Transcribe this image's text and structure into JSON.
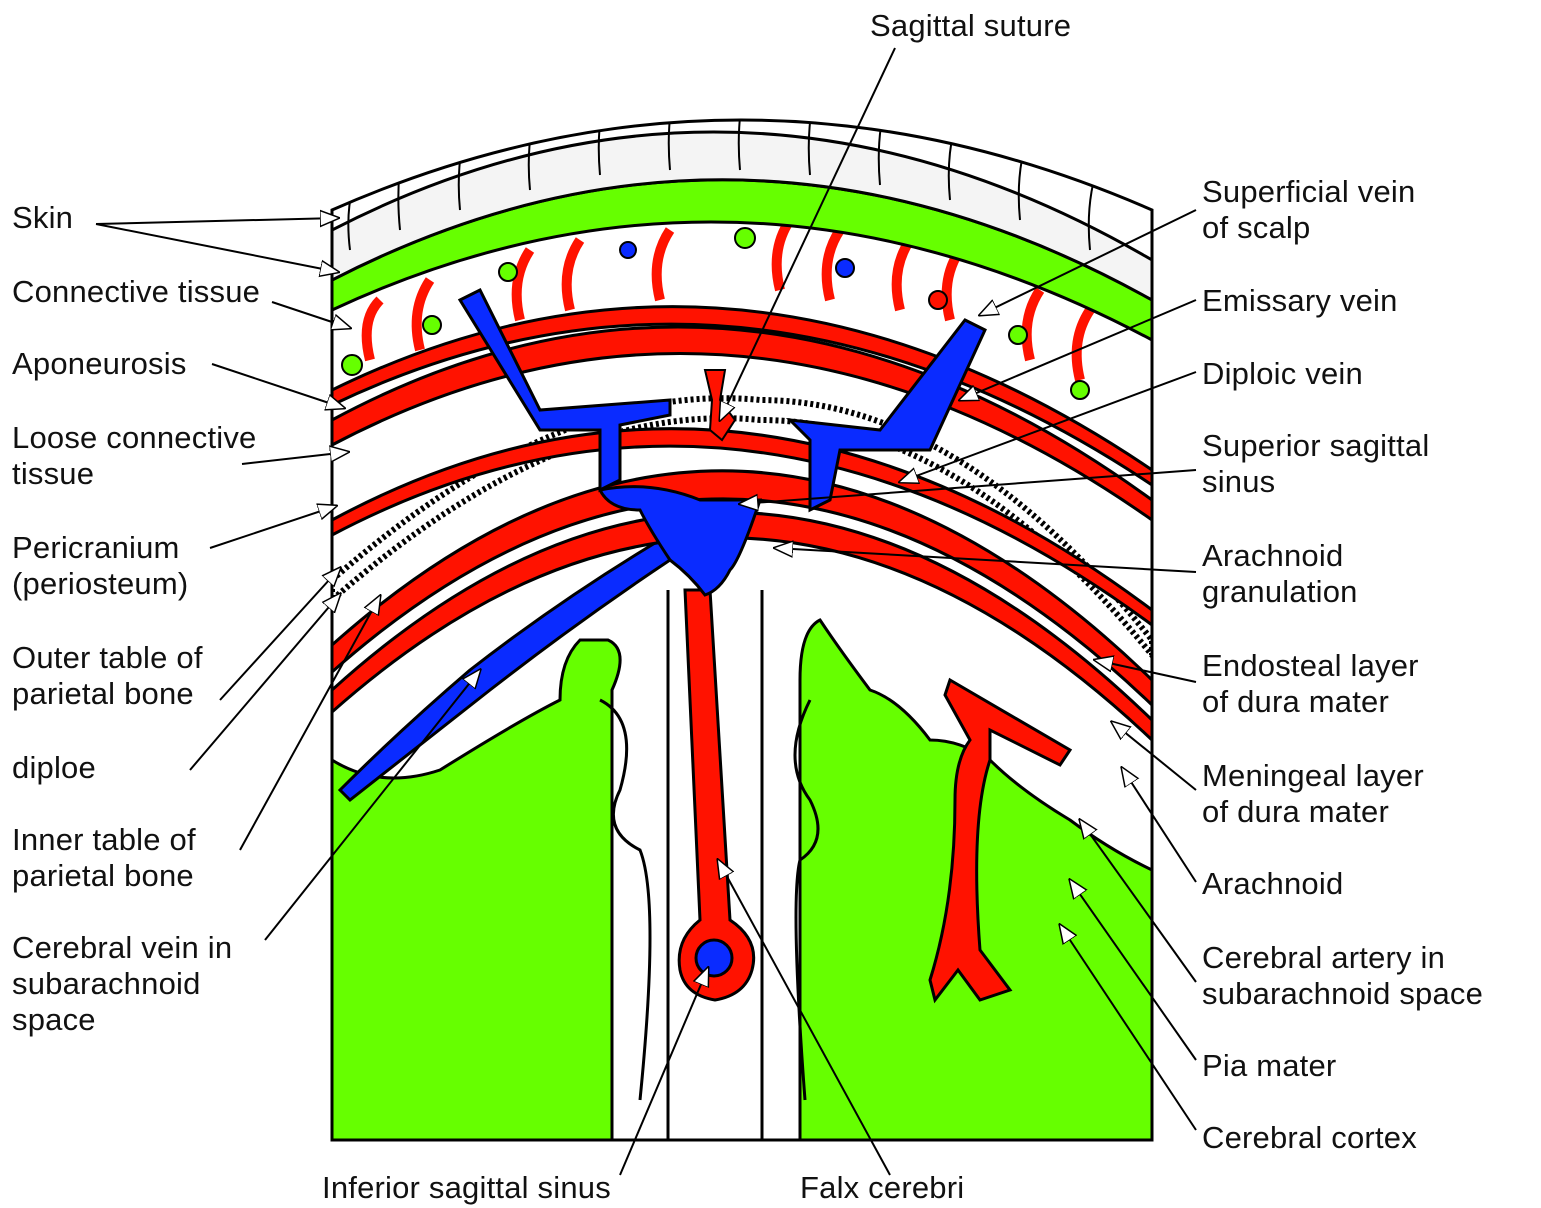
{
  "labels": {
    "left": {
      "skin": "Skin",
      "connective_tissue": "Connective tissue",
      "aponeurosis": "Aponeurosis",
      "loose_connective": [
        "Loose connective",
        "tissue"
      ],
      "pericranium": [
        "Pericranium",
        "(periosteum)"
      ],
      "outer_table": [
        "Outer table of",
        "parietal bone"
      ],
      "diploe": "diploe",
      "inner_table": [
        "Inner table of",
        "parietal bone"
      ],
      "cerebral_vein": [
        "Cerebral vein in",
        "subarachnoid",
        "space"
      ]
    },
    "top": {
      "sagittal_suture": "Sagittal suture"
    },
    "right": {
      "superficial_vein": [
        "Superficial vein",
        "of scalp"
      ],
      "emissary_vein": "Emissary vein",
      "diploic_vein": "Diploic vein",
      "superior_sagittal_sinus": [
        "Superior sagittal",
        "sinus"
      ],
      "arachnoid_granulation": [
        "Arachnoid",
        "granulation"
      ],
      "endosteal_layer": [
        "Endosteal layer",
        "of dura mater"
      ],
      "meningeal_layer": [
        "Meningeal layer",
        "of dura mater"
      ],
      "arachnoid": "Arachnoid",
      "cerebral_artery": [
        "Cerebral artery in",
        "subarachnoid space"
      ],
      "pia_mater": "Pia mater",
      "cerebral_cortex": "Cerebral cortex"
    },
    "bottom": {
      "inferior_sagittal_sinus": "Inferior sagittal sinus",
      "falx_cerebri": "Falx cerebri"
    }
  },
  "colors": {
    "cortex_green": "#66ff00",
    "artery_red": "#ff1200",
    "vein_blue": "#0a2bff",
    "outline": "#000000",
    "background": "#ffffff"
  }
}
